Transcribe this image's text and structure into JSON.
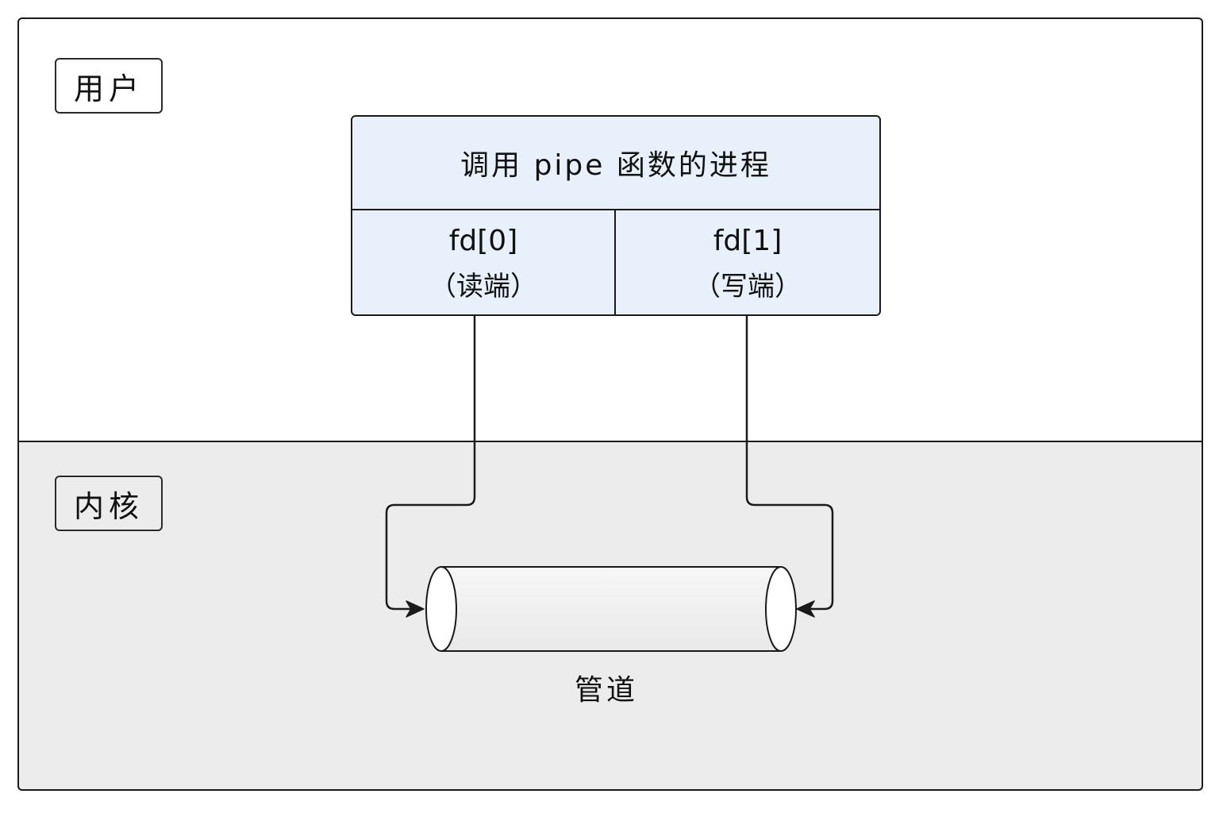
{
  "zones": {
    "user_label": "用户",
    "kernel_label": "内核"
  },
  "process": {
    "title": "调用  pipe  函数的进程",
    "read_end": {
      "fd": "fd[0]",
      "role": "（读端）"
    },
    "write_end": {
      "fd": "fd[1]",
      "role": "（写端）"
    }
  },
  "pipe": {
    "label": "管道"
  },
  "colors": {
    "process_fill": "#e8f1fb",
    "kernel_fill": "#ececec",
    "line": "#1a1a1a"
  }
}
